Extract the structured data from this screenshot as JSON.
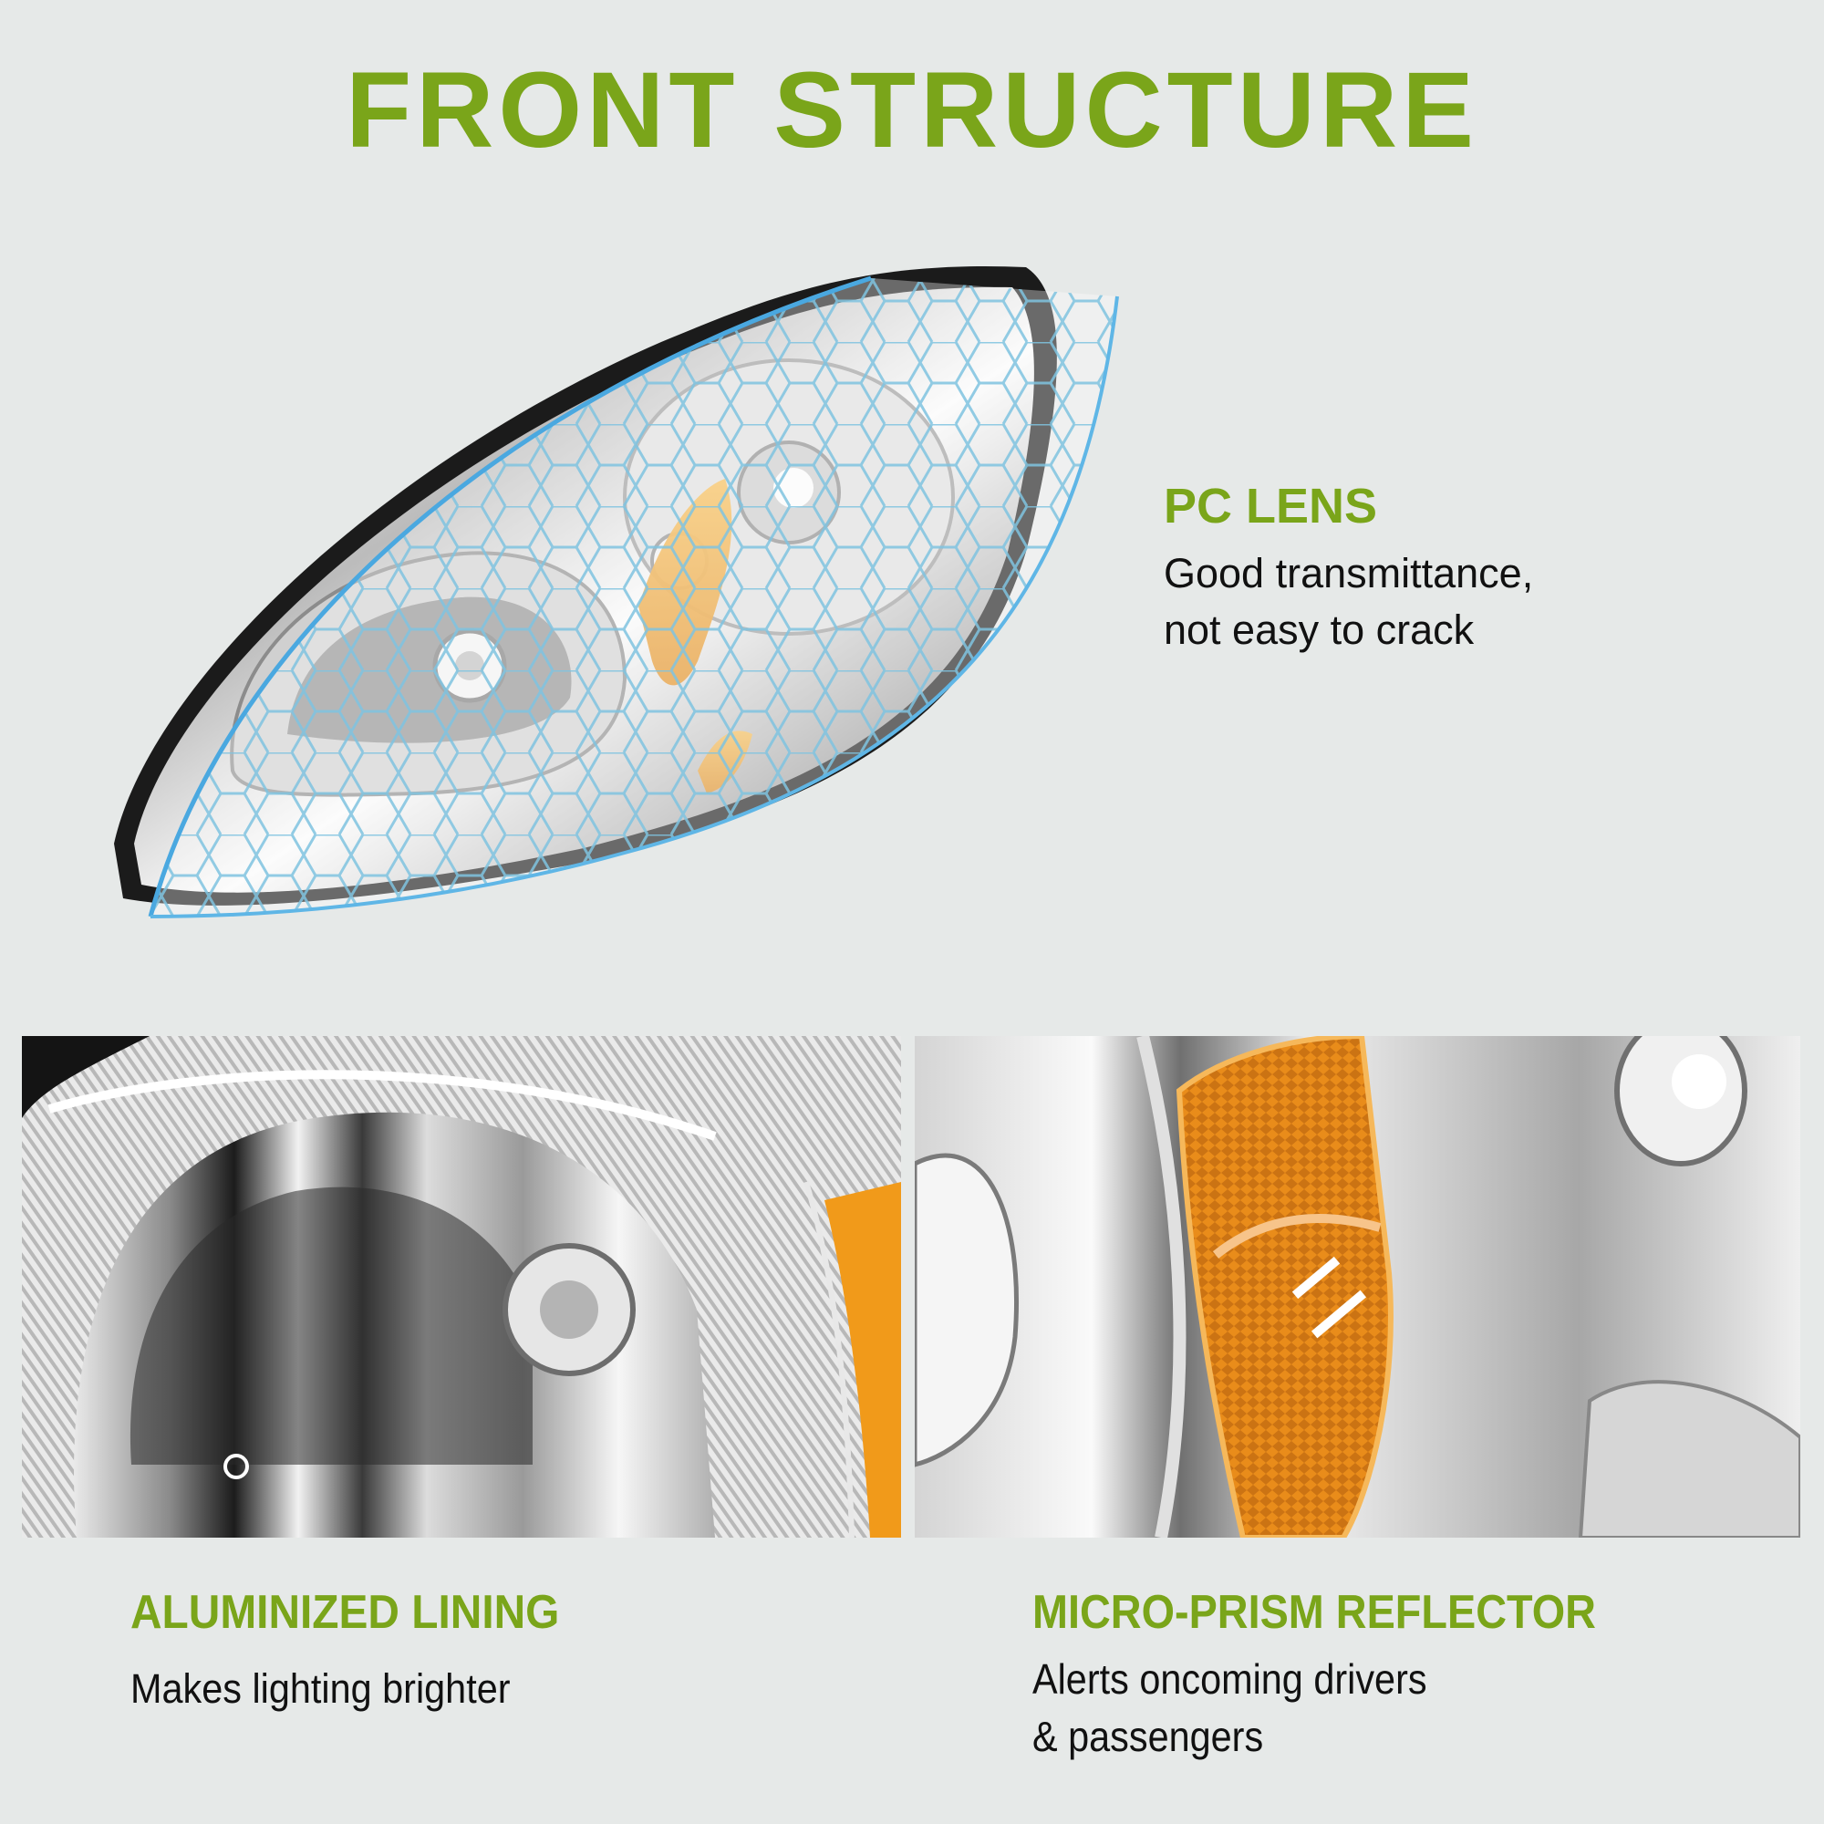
{
  "page": {
    "title": "FRONT STRUCTURE",
    "accent_color": "#7aa51a",
    "background_color": "#e6e9e8"
  },
  "hero_image": {
    "subject": "headlight-assembly",
    "overlay": "honeycomb-pc-lens-shield",
    "overlay_color": "#5fb6e6",
    "reflector_color": "#f0a020"
  },
  "features": {
    "pc_lens": {
      "title": "PC LENS",
      "desc_lines": [
        "Good transmittance,",
        "not easy to crack"
      ]
    },
    "aluminized_lining": {
      "title": "ALUMINIZED LINING",
      "desc_lines": [
        "Makes lighting brighter"
      ],
      "image": "chrome-reflector-closeup"
    },
    "micro_prism_reflector": {
      "title": "MICRO-PRISM REFLECTOR",
      "desc_lines": [
        "Alerts oncoming drivers",
        "& passengers"
      ],
      "image": "amber-reflector-closeup"
    }
  }
}
